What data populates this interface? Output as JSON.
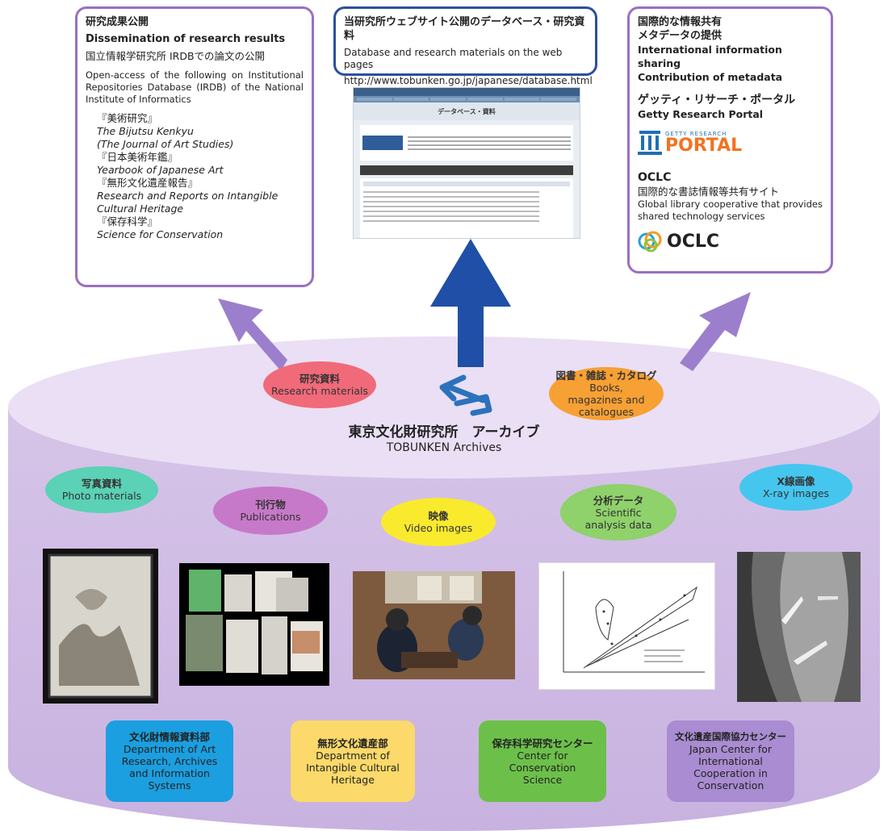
{
  "top_left": {
    "title_ja": "研究成果公開",
    "title_en": "Dissemination of research results",
    "sub_ja": "国立情報学研究所 IRDBでの論文の公開",
    "desc": "Open-access of the following on Institutional Repositories Database (IRDB) of the National Institute of Informatics",
    "pubs": [
      {
        "ja": "『美術研究』",
        "en1": "The Bijutsu Kenkyu",
        "en2": "(The Journal of Art Studies)"
      },
      {
        "ja": "『日本美術年鑑』",
        "en1": "Yearbook of Japanese Art",
        "en2": ""
      },
      {
        "ja": "『無形文化遺産報告』",
        "en1": "Research and Reports on Intangible",
        "en2": "Cultural Heritage"
      },
      {
        "ja": "『保存科学』",
        "en1": "Science for Conservation",
        "en2": ""
      }
    ]
  },
  "top_mid": {
    "title_ja": "当研究所ウェブサイト公開のデータベース・研究資料",
    "title_en": "Database and research materials on the web pages",
    "url": "http://www.tobunken.go.jp/japanese/database.html",
    "screenshot_heading": "データベース・資料"
  },
  "top_right": {
    "title_ja1": "国際的な情報共有",
    "title_ja2": "メタデータの提供",
    "title_en1": "International information sharing",
    "title_en2": "Contribution of metadata",
    "getty_ja": "ゲッティ・リサーチ・ポータル",
    "getty_en": "Getty Research Portal",
    "getty_logo_small": "GETTY RESEARCH",
    "getty_logo_big": "PORTAL",
    "oclc_title": "OCLC",
    "oclc_ja": "国際的な書誌情報等共有サイト",
    "oclc_en": "Global library cooperative that provides shared technology services",
    "oclc_logo": "OCLC"
  },
  "archive": {
    "title_ja": "東京文化財研究所　アーカイブ",
    "title_en": "TOBUNKEN Archives"
  },
  "bubbles": {
    "research": {
      "ja": "研究資料",
      "en": "Research materials",
      "color": "#f06a7a"
    },
    "books": {
      "ja": "図書・雑誌・カタログ",
      "en": "Books, magazines and catalogues",
      "color": "#f7a034"
    },
    "photo": {
      "ja": "写真資料",
      "en": "Photo materials",
      "color": "#5bd1b5"
    },
    "publications": {
      "ja": "刊行物",
      "en": "Publications",
      "color": "#c779c9"
    },
    "video": {
      "ja": "映像",
      "en": "Video images",
      "color": "#f9ea2e"
    },
    "analysis": {
      "ja": "分析データ",
      "en": "Scientific analysis data",
      "color": "#8fd16b"
    },
    "xray": {
      "ja": "X線画像",
      "en": "X-ray images",
      "color": "#45c6ef"
    }
  },
  "departments": [
    {
      "ja": "文化財情報資料部",
      "en": "Department of Art Research, Archives and Information Systems",
      "color": "#1b9fe0"
    },
    {
      "ja": "無形文化遺産部",
      "en": "Department of Intangible Cultural Heritage",
      "color": "#fbd96a"
    },
    {
      "ja": "保存科学研究センター",
      "en": "Center for Conservation Science",
      "color": "#6cc04a"
    },
    {
      "ja": "文化遺産国際協力センター",
      "en": "Japan Center for International Cooperation in Conservation",
      "color": "#a98cd1"
    }
  ],
  "colors": {
    "cylinder": "#d9c9ea",
    "cylinder_top": "#e9ddf4",
    "arrow_purple": "#9b7fcc",
    "arrow_blue": "#1f4fa6"
  }
}
